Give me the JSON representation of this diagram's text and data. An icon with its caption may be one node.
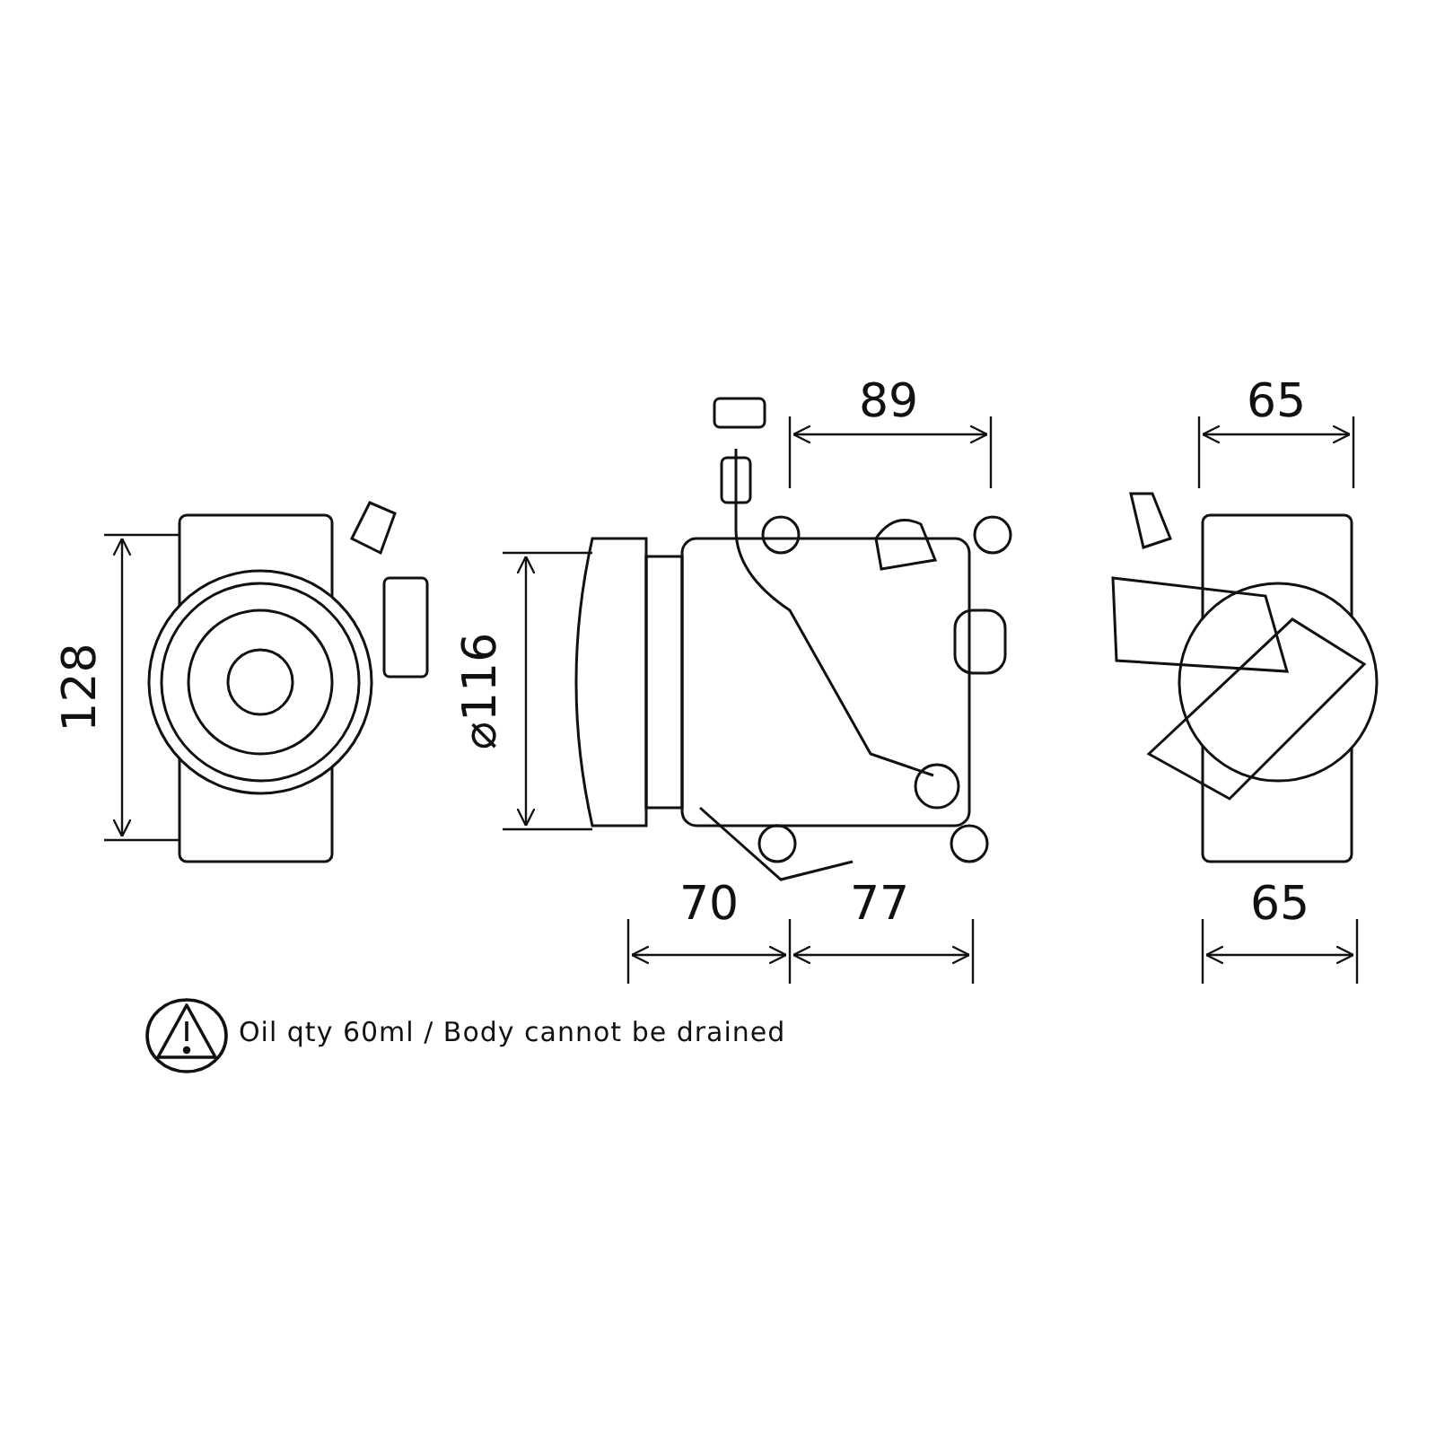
{
  "diagram": {
    "labels": [
      "89",
      "65",
      "128",
      "⌀116",
      "70",
      "77",
      "65",
      "Oil qty 60ml / Body cannot be drained"
    ]
  }
}
